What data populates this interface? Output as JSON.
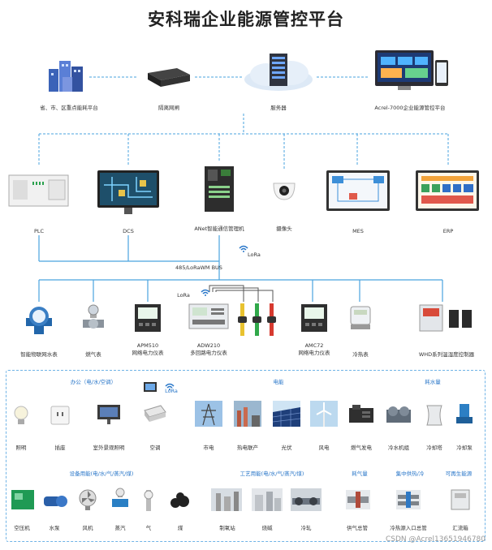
{
  "title": "安科瑞企业能源管控平台",
  "top": {
    "items": [
      {
        "label": "省、市、区重点能耗平台"
      },
      {
        "label": "隔离网闸"
      },
      {
        "label": "服务器"
      },
      {
        "label": "Acrel-7000企业能源管控平台"
      }
    ]
  },
  "mid": {
    "items": [
      {
        "label": "PLC"
      },
      {
        "label": "DCS"
      },
      {
        "label": "ANet智能通信管理机"
      },
      {
        "label": "摄像头"
      },
      {
        "label": "MES"
      },
      {
        "label": "ERP"
      }
    ],
    "lora_label": "LoRa",
    "bus_label": "485/LoRaWM BUS"
  },
  "meters": {
    "lora_label": "LoRa",
    "items": [
      {
        "label": "智能物联网水表"
      },
      {
        "label": "燃气表"
      },
      {
        "label": "APM510\n网络电力仪表"
      },
      {
        "label": "ADW210\n多回路电力仪表"
      },
      {
        "label": "AMC72\n网络电力仪表"
      },
      {
        "label": "冷热表"
      },
      {
        "label": "WHD系列温湿度控制器"
      }
    ]
  },
  "loads": {
    "row1_categories": [
      {
        "label": "办公（电/水/空调）"
      },
      {
        "label": "电能"
      },
      {
        "label": "耗水量"
      }
    ],
    "row1_lora": "LoRa",
    "row1_items": [
      {
        "label": "照明"
      },
      {
        "label": "插座"
      },
      {
        "label": "室外景观照明"
      },
      {
        "label": "空调"
      },
      {
        "label": "市电"
      },
      {
        "label": "热电联产"
      },
      {
        "label": "光伏"
      },
      {
        "label": "风电"
      },
      {
        "label": "燃气发电"
      },
      {
        "label": "冷水机组"
      },
      {
        "label": "冷却塔"
      },
      {
        "label": "冷却泵"
      }
    ],
    "row2_categories": [
      {
        "label": "设备用能(电/水/气/蒸汽/煤)"
      },
      {
        "label": "工艺用能(电/水/气/蒸汽/煤)"
      },
      {
        "label": "耗气量"
      },
      {
        "label": "集中供热/冷"
      },
      {
        "label": "可再生能源"
      }
    ],
    "row2_items": [
      {
        "label": "空压机"
      },
      {
        "label": "水泵"
      },
      {
        "label": "风机"
      },
      {
        "label": "蒸汽"
      },
      {
        "label": "气"
      },
      {
        "label": "煤"
      },
      {
        "label": "制氧站"
      },
      {
        "label": "烧碱"
      },
      {
        "label": "冷轧"
      },
      {
        "label": "供气总管"
      },
      {
        "label": "冷热源入口总管"
      },
      {
        "label": "汇流箱"
      }
    ]
  },
  "watermark": "CSDN @Acrel13651946780"
}
